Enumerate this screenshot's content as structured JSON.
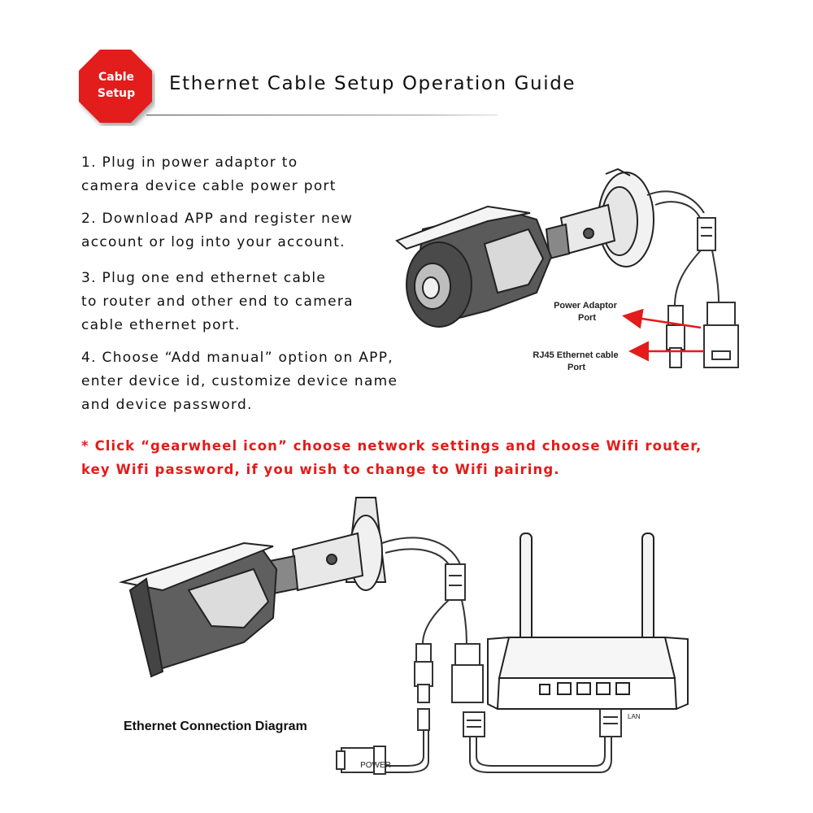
{
  "badge": {
    "line1": "Cable",
    "line2": "Setup",
    "color": "#e31b1b"
  },
  "title": "Ethernet Cable Setup Operation Guide",
  "steps": [
    {
      "line1": "1. Plug in power adaptor to",
      "line2": "camera device cable power port"
    },
    {
      "line1": "2. Download APP and register new",
      "line2": "account or log into your account."
    },
    {
      "line1": "3. Plug one end ethernet cable",
      "line2": "to router and other end to camera",
      "line3": "cable ethernet port."
    },
    {
      "line1": "4. Choose “Add manual” option on APP,",
      "line2": "enter device id, customize device name",
      "line3": "and device password."
    }
  ],
  "note": {
    "line1": "* Click “gearwheel icon” choose network settings and choose Wifi router,",
    "line2": "key Wifi password, if you wish to change to Wifi pairing.",
    "color": "#e31b1b"
  },
  "top_diagram": {
    "power_label_1": "Power Adaptor",
    "power_label_2": "Port",
    "rj45_label_1": "RJ45 Ethernet cable",
    "rj45_label_2": "Port",
    "arrow_color": "#e31b1b"
  },
  "bottom_diagram": {
    "caption": "Ethernet Connection Diagram",
    "power_tag": "POWER",
    "lan_tag": "LAN"
  }
}
